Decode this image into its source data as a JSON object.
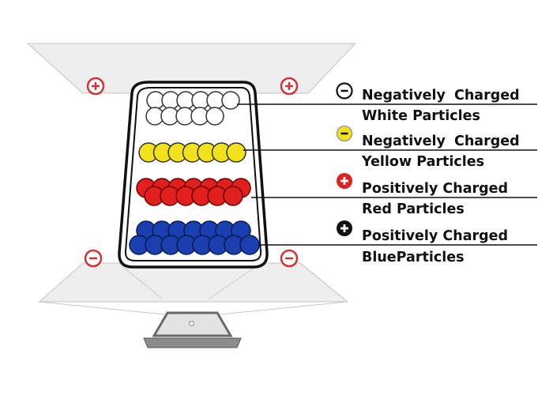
{
  "legend": [
    {
      "line1": "Negatively  Charged",
      "line2": "White Particles",
      "icon": "minus-circle-outline-icon",
      "color": "#ffffff"
    },
    {
      "line1": "Negatively  Charged",
      "line2": "Yellow Particles",
      "icon": "minus-circle-yellow-icon",
      "color": "#f1e21c"
    },
    {
      "line1": "Positively Charged",
      "line2": "Red Particles",
      "icon": "plus-circle-red-icon",
      "color": "#e11f1f"
    },
    {
      "line1": "Positively Charged",
      "line2": "BlueParticles",
      "icon": "plus-circle-black-icon",
      "color": "#1a3fae"
    }
  ],
  "electrodes": {
    "top": [
      "plus-icon",
      "plus-icon"
    ],
    "bottom": [
      "minus-icon",
      "minus-icon"
    ],
    "electrode_color": "#d0343b"
  },
  "colors": {
    "particle_white": "#ffffff",
    "particle_yellow": "#f1e21c",
    "particle_red": "#e11f1f",
    "particle_blue": "#1a3fae",
    "panel_fill": "#ededed",
    "outline": "#111111"
  }
}
